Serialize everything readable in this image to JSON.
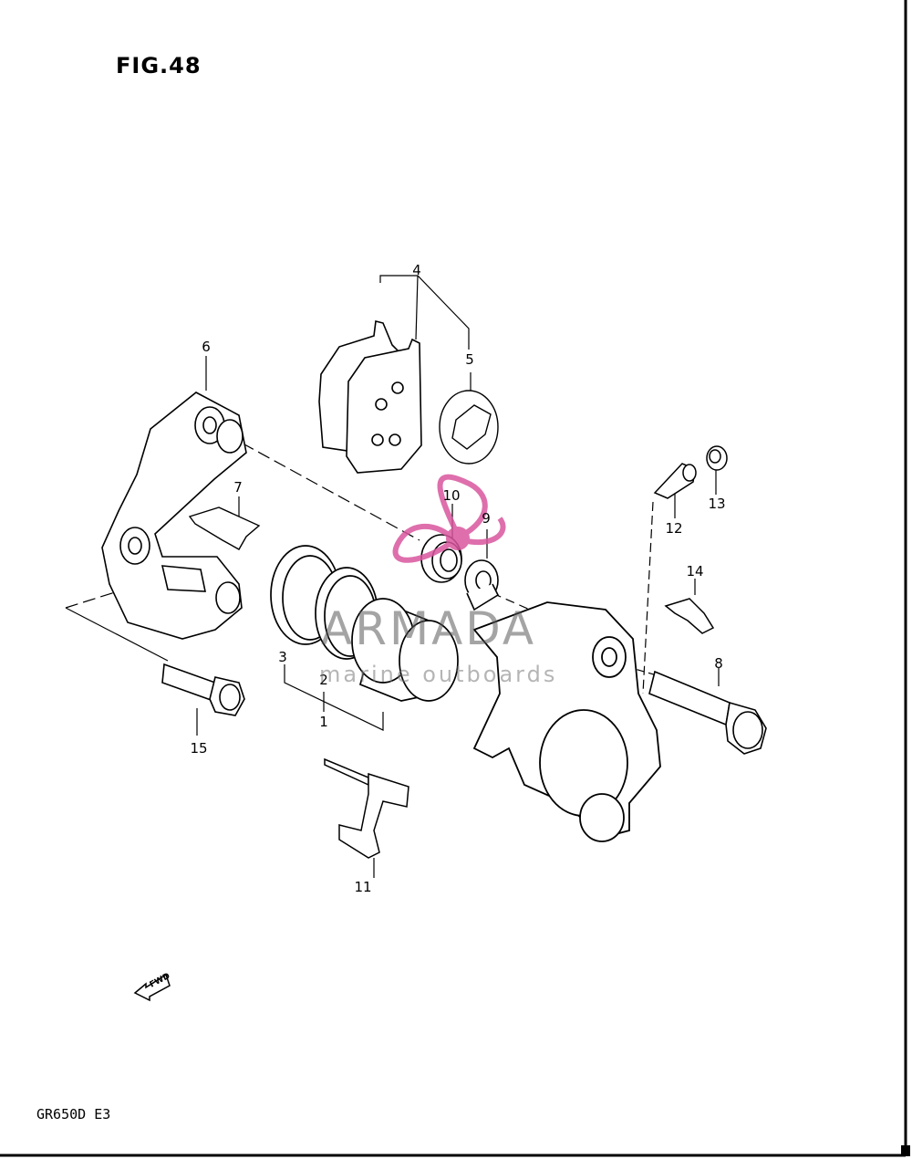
{
  "figure": {
    "title": "FIG.48"
  },
  "footer": {
    "model_code": "GR650D E3"
  },
  "callouts": [
    "1",
    "2",
    "3",
    "4",
    "5",
    "6",
    "7",
    "8",
    "9",
    "10",
    "11",
    "12",
    "13",
    "14",
    "15"
  ],
  "direction_marker": {
    "label": "FWD"
  },
  "watermark": {
    "name": "ARMADA",
    "tagline": "marine outboards",
    "accent_color": "#d9569e"
  }
}
